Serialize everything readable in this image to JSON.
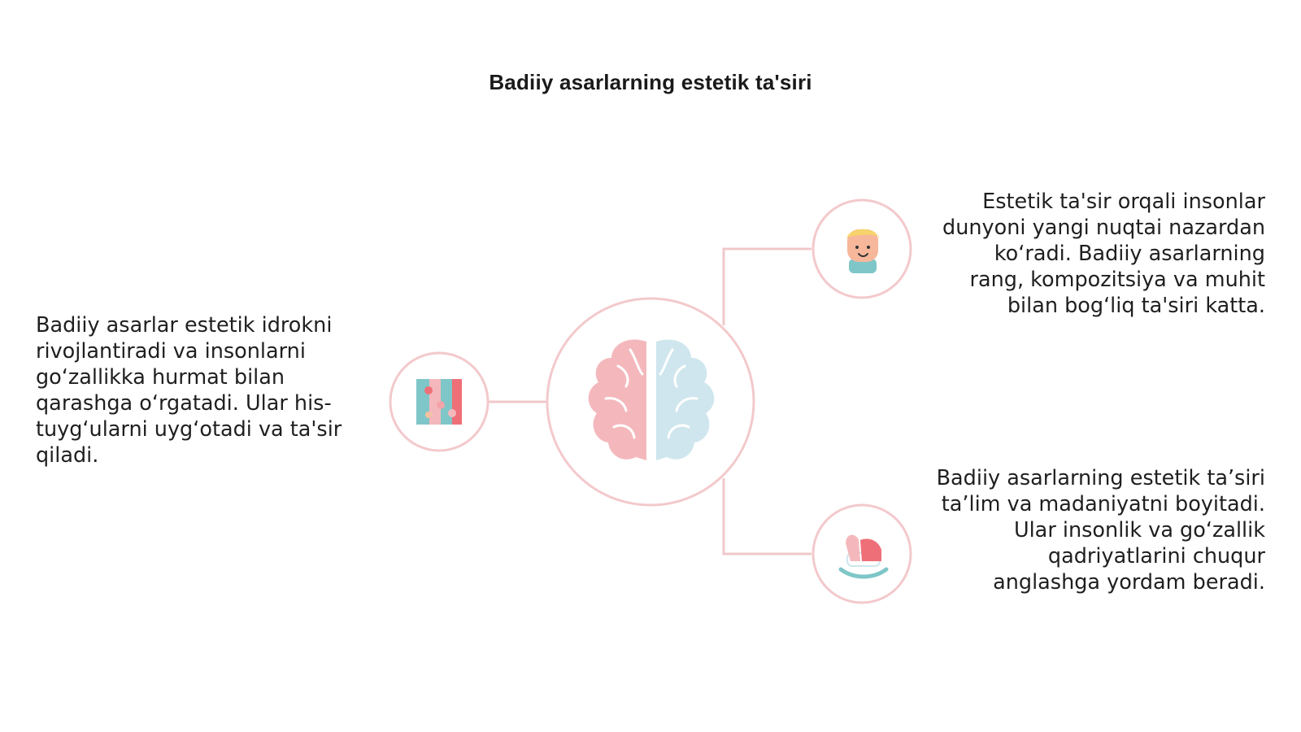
{
  "title": "Badiiy asarlarning estetik ta'siri",
  "blocks": {
    "left": "Badiiy asarlar estetik idrokni rivojlantiradi va insonlarni go‘zallikka hurmat bilan qarashga o‘rgatadi. Ular his-tuyg‘ularni uyg‘otadi va ta'sir qiladi.",
    "right_top": "Estetik ta'sir orqali insonlar dunyoni yangi nuqtai nazardan ko‘radi. Badiiy asarlarning rang, kompozitsiya va muhit bilan bog‘liq ta'siri katta.",
    "right_bottom": "Badiiy asarlarning estetik ta’siri ta’lim va madaniyatni boyitadi. Ular insonlik va go‘zallik qadriyatlarini chuqur anglashga yordam beradi."
  },
  "icons": {
    "center": "brain-icon",
    "left": "puzzle-icon",
    "right_top": "child-face-icon",
    "right_bottom": "rocking-horse-icon"
  },
  "colors": {
    "ring": "#f3c9cc",
    "connector": "#f0c8cb",
    "brain_left": "#f4b8bc",
    "brain_right": "#cfe6ee",
    "teal": "#7fc6c8",
    "coral": "#ef6f78"
  }
}
